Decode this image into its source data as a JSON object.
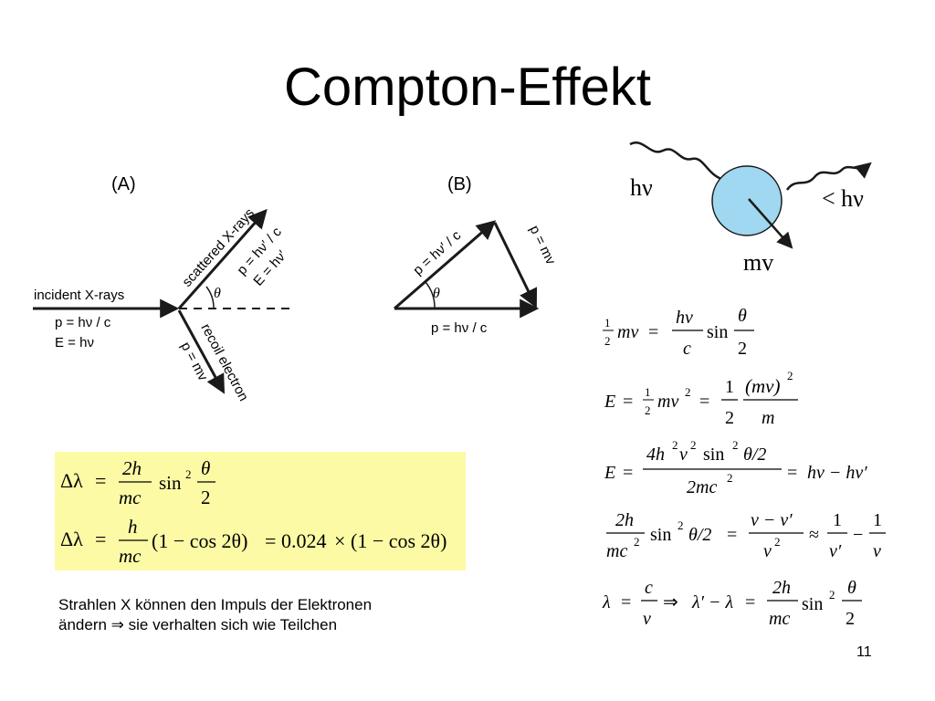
{
  "slide": {
    "title": "Compton-Effekt",
    "page_number": "11",
    "caption_line1": "Strahlen X können den Impuls der Elektronen",
    "caption_line2_word": "ändern",
    "caption_line2_rest": "sie verhalten sich wie Teilchen",
    "implies_symbol": "⇒"
  },
  "diagram_a": {
    "label": "(A)",
    "incident": "incident X-rays",
    "incident_p": "p = hν / c",
    "incident_e": "E = hν",
    "scattered": "scattered X-rays",
    "scattered_p": "p = hν′ / c",
    "scattered_e": "E = hν′",
    "theta": "θ",
    "recoil": "recoil electron",
    "recoil_p": "p = mv"
  },
  "diagram_b": {
    "label": "(B)",
    "side_left": "p = hν′ / c",
    "side_right": "p = mv",
    "side_bottom": "p = hν / c",
    "theta": "θ"
  },
  "photon_sketch": {
    "incoming": "hν",
    "outgoing": "< hν",
    "electron": "mv"
  },
  "colors": {
    "box_bg": "#fdfaa6",
    "ball": "#9fd8f0",
    "arrow": "#1a1a1a"
  },
  "formulas": {
    "box": {
      "delta_lambda": "Δλ",
      "eq": "=",
      "two_h": "2h",
      "mc": "mc",
      "sin2": "sin",
      "sq": "2",
      "theta": "θ",
      "two": "2",
      "h": "h",
      "paren_expr": "(1 − cos 2θ)",
      "eq2": "=",
      "factor": "0.024",
      "times": "×"
    },
    "f1": {
      "half_num": "1",
      "half_den": "2",
      "mv": "mv",
      "eq": "=",
      "hv": "hν",
      "c": "c",
      "sin": "sin",
      "theta": "θ",
      "two": "2"
    },
    "f2": {
      "E": "E",
      "eq": "=",
      "half_num": "1",
      "half_den": "2",
      "mv": "mv",
      "sq": "2",
      "eq2": "=",
      "one": "1",
      "two": "2",
      "mvsq": "(mv)",
      "sq2": "2",
      "m": "m"
    },
    "f3": {
      "E": "E",
      "eq": "=",
      "num": "4h",
      "sq": "2",
      "nu": "ν",
      "sin": "sin",
      "theta_half": "θ/2",
      "den": "2mc",
      "eq2": "=",
      "rhs": "hν − hν′"
    },
    "f4": {
      "two_h": "2h",
      "mc": "mc",
      "sq": "2",
      "sin": "sin",
      "theta_half": "θ/2",
      "eq": "=",
      "num": "ν − ν′",
      "den": "ν",
      "approx": "≈",
      "one": "1",
      "nu_p": "ν′",
      "minus": "−",
      "nu": "ν"
    },
    "f5": {
      "lambda": "λ",
      "eq": "=",
      "c": "c",
      "nu": "ν",
      "implies": "⇒",
      "lhs2": "λ′ − λ",
      "eq2": "=",
      "two_h": "2h",
      "mc": "mc",
      "sin": "sin",
      "sq": "2",
      "theta": "θ",
      "two": "2"
    }
  }
}
